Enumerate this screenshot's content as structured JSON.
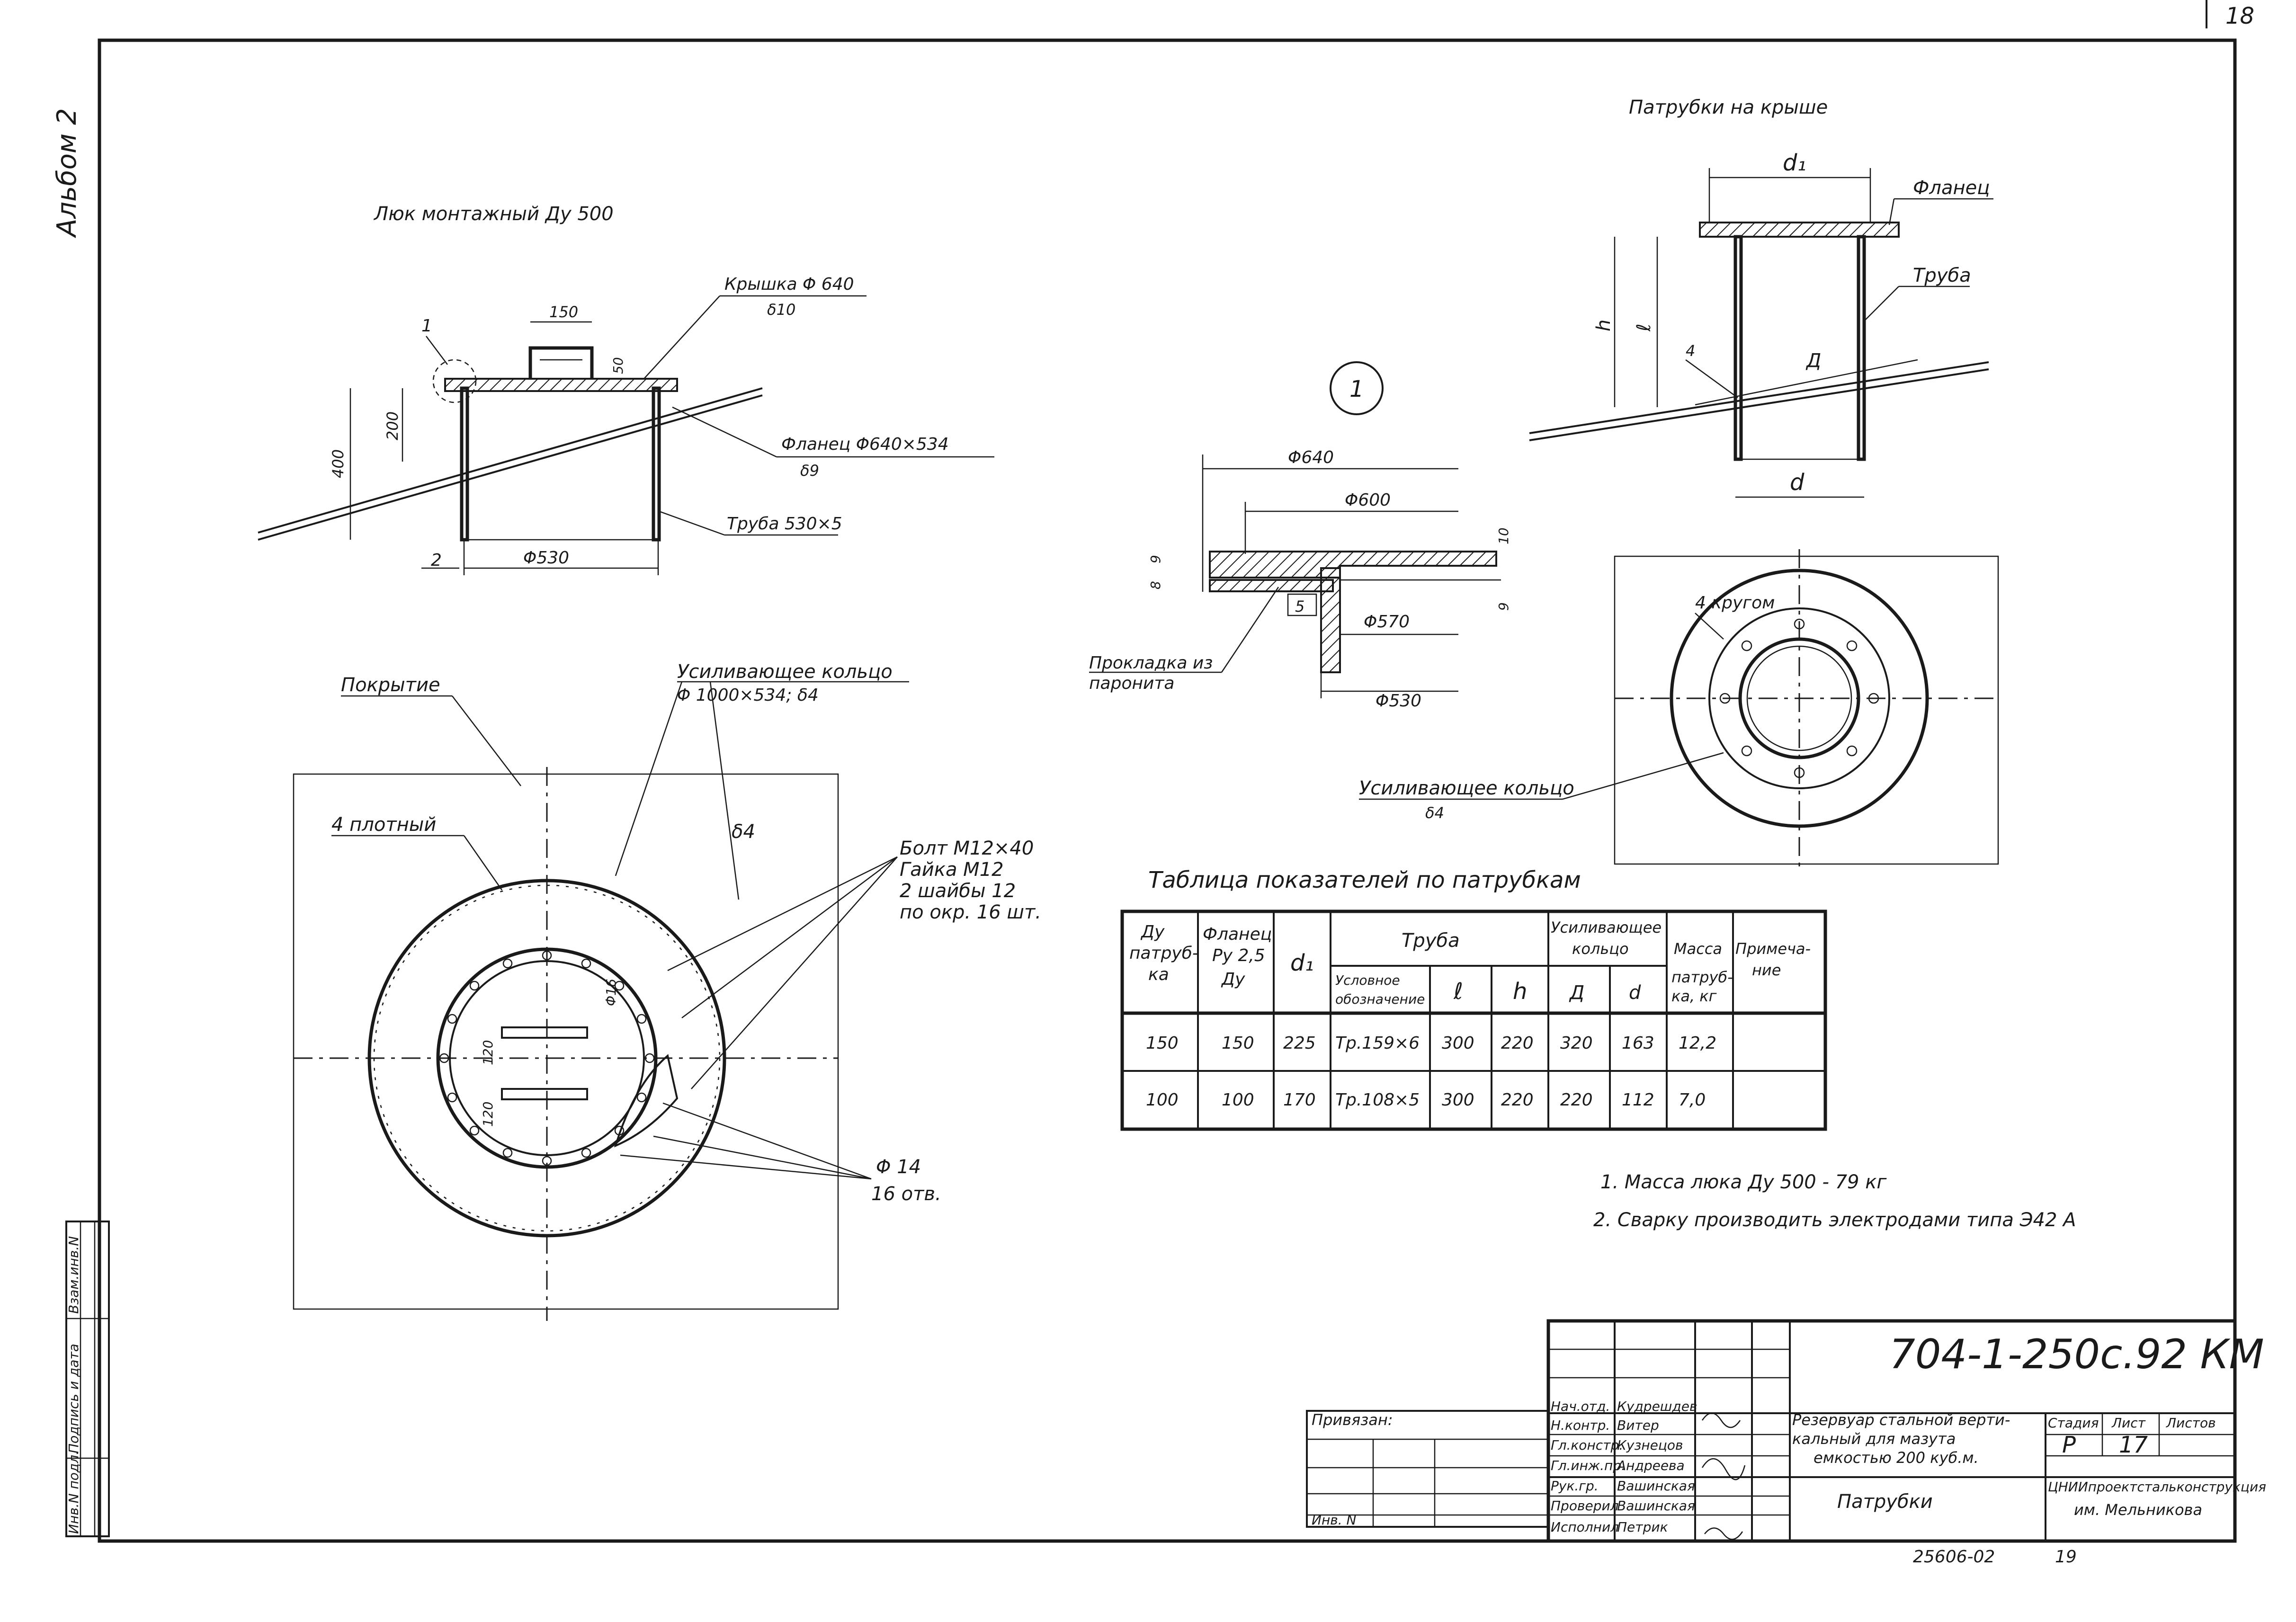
{
  "page_number": "18",
  "album_label": "Альбом 2",
  "hatch_view": {
    "title": "Люк монтажный  Ду 500",
    "dim_150": "150",
    "dim_50": "50",
    "dim_200": "200",
    "dim_400": "400",
    "dim_530": "Φ530",
    "label_1": "1",
    "label_2": "2",
    "cover_label": "Крышка Φ 640",
    "cover_sub": "δ10",
    "flange_label": "Фланец Φ640×534",
    "flange_sub": "δ9",
    "pipe_label": "Труба 530×5"
  },
  "plan_view": {
    "roof_label": "Покрытие",
    "ring_label": "Усиливающее кольцо",
    "ring_sub": "Φ 1000×534;  δ4",
    "ring_s4": "δ4",
    "weld_label": "4 плотный",
    "bolt_lines": [
      "Болт М12×40",
      "Гайка М12",
      "2 шайбы 12",
      "по окр. 16 шт."
    ],
    "dim_120a": "120",
    "dim_120b": "120",
    "dim_16": "Φ16",
    "holes_lines": [
      "Φ 14",
      "16 отв."
    ]
  },
  "detail_1": {
    "marker": "1",
    "d640": "Φ640",
    "d600": "Φ600",
    "d570": "Φ570",
    "d530": "Φ530",
    "dim_10": "10",
    "dim_9a": "9",
    "dim_9b": "9",
    "dim_8": "8",
    "dim_5": "5",
    "gasket_lines": [
      "Прокладка из",
      "паронита"
    ]
  },
  "roof_nozzle": {
    "title": "Патрубки  на  крыше",
    "d1": "d₁",
    "d": "d",
    "l": "ℓ",
    "h": "h",
    "D": "Д",
    "weld_4": "4",
    "flange_label": "Фланец",
    "pipe_label": "Труба",
    "weld_circle": "4 кругом",
    "ring_label": "Усиливающее  кольцо",
    "ring_sub": "δ4"
  },
  "table": {
    "title": "Таблица  показателей  по  патрубкам",
    "h_du": [
      "Ду",
      "патруб-",
      "ка"
    ],
    "h_flange": [
      "Фланец",
      "Pу 2,5",
      "Ду"
    ],
    "h_d1": "d₁",
    "h_pipe": "Труба",
    "h_pipe_desig": [
      "Условное",
      "обозначение"
    ],
    "h_l": "ℓ",
    "h_h": "h",
    "h_ring": [
      "Усиливающее",
      "кольцо"
    ],
    "h_D": "Д",
    "h_d": "d",
    "h_mass": [
      "Масса",
      "патруб-",
      "ка, кг"
    ],
    "h_note": [
      "Примеча-",
      "ние"
    ],
    "rows": [
      {
        "du": "150",
        "flange": "150",
        "d1": "225",
        "pipe": "Тр.159×6",
        "l": "300",
        "h": "220",
        "D": "320",
        "d": "163",
        "mass": "12,2",
        "note": ""
      },
      {
        "du": "100",
        "flange": "100",
        "d1": "170",
        "pipe": "Тр.108×5",
        "l": "300",
        "h": "220",
        "D": "220",
        "d": "112",
        "mass": "7,0",
        "note": ""
      }
    ]
  },
  "notes": [
    "1.  Масса  люка   Ду 500 - 79 кг",
    "2. Сварку  производить  электродами  типа  Э42 А"
  ],
  "title_block": {
    "doc_code": "704-1-250с.92   КМ",
    "accepted": "Привязан:",
    "inv": "Инв. N",
    "roles": [
      "Нач.отд.",
      "Н.контр.",
      "Гл.констр.",
      "Гл.инж.пр.",
      "Рук.гр.",
      "Проверил",
      "Исполнил"
    ],
    "names": [
      "Кудрешдев",
      "Витер",
      "Кузнецов",
      "Андреева",
      "Вашинская",
      "Вашинская",
      "Петрик"
    ],
    "object_lines": [
      "Резервуар стальной верти-",
      "кальный  для  мазута",
      "емкостью  200 куб.м."
    ],
    "stage_h": "Стадия",
    "sheet_h": "Лист",
    "sheets_h": "Листов",
    "stage": "Р",
    "sheet": "17",
    "drawing_title": "Патрубки",
    "org_lines": [
      "ЦНИИпроектстальконструкция",
      "им. Мельникова"
    ],
    "archive": "25606-02",
    "archive_sheet": "19",
    "side_stamp": [
      "Инв.N подл.",
      "Подпись и дата",
      "Взам.инв.N"
    ]
  }
}
